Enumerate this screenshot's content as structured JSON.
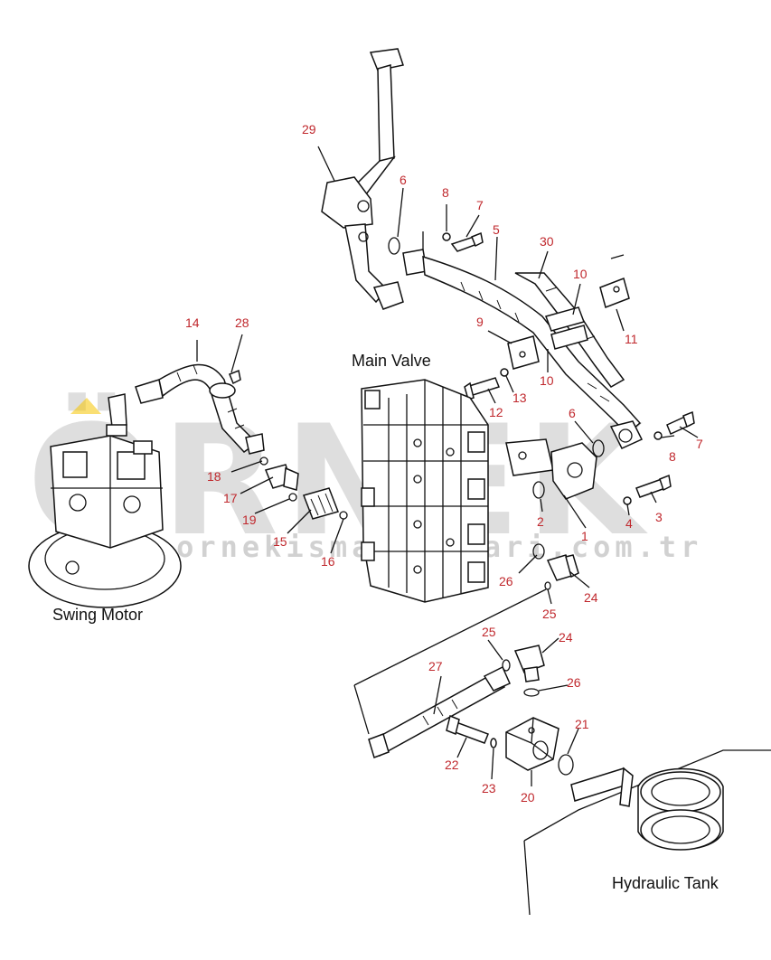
{
  "labels": {
    "main_valve": "Main Valve",
    "swing_motor": "Swing Motor",
    "hydraulic_tank": "Hydraulic Tank"
  },
  "watermark": {
    "brand": "ÖRNEK",
    "site": "www.ornekismakinalari.com.tr"
  },
  "callouts": {
    "c1": "1",
    "c2": "2",
    "c3": "3",
    "c4": "4",
    "c5": "5",
    "c6a": "6",
    "c6b": "6",
    "c7a": "7",
    "c7b": "7",
    "c8a": "8",
    "c8b": "8",
    "c9": "9",
    "c10a": "10",
    "c10b": "10",
    "c11": "11",
    "c12": "12",
    "c13": "13",
    "c14": "14",
    "c15": "15",
    "c16": "16",
    "c17": "17",
    "c18": "18",
    "c19": "19",
    "c20": "20",
    "c21": "21",
    "c22": "22",
    "c23": "23",
    "c24a": "24",
    "c24b": "24",
    "c25a": "25",
    "c25b": "25",
    "c26a": "26",
    "c26b": "26",
    "c27": "27",
    "c28": "28",
    "c29": "29",
    "c30": "30"
  },
  "colors": {
    "callout": "#c0282d",
    "line": "#111111",
    "watermark_accent": "#f5c400"
  }
}
